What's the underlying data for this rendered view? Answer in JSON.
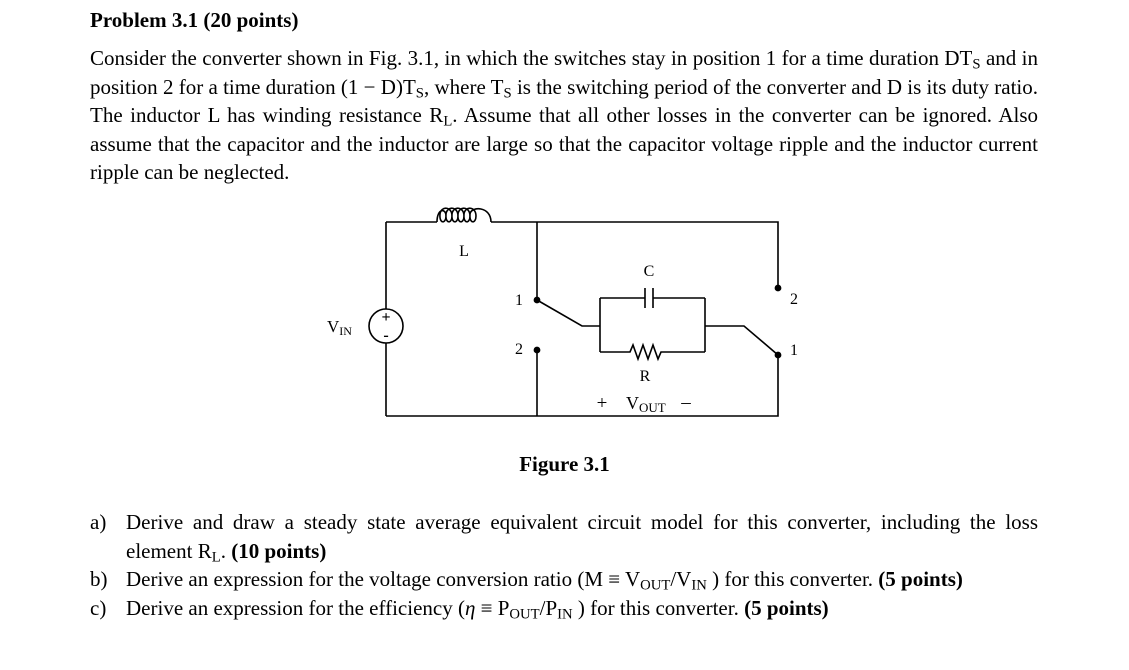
{
  "problem": {
    "title": "Problem 3.1 (20 points)",
    "intro": {
      "s1": "Consider the converter shown in Fig. 3.1, in which the switches stay in position 1 for a time duration DT",
      "s1_sub": "S",
      "s2": " and in position 2 for a time duration (1 − D)T",
      "s2_sub": "S",
      "s3": ", where T",
      "s3_sub": "S",
      "s4": " is the switching period of the converter and D is its duty ratio. The inductor L has winding resistance R",
      "s4_sub": "L",
      "s5": ". Assume that all other losses in the converter can be ignored. Also assume that the capacitor and the inductor are large so that the capacitor voltage ripple and the inductor current ripple can be neglected."
    }
  },
  "figure": {
    "caption": "Figure 3.1",
    "labels": {
      "vin": "V",
      "vin_sub": "IN",
      "source_plus": "+",
      "source_minus": "-",
      "inductor": "L",
      "capacitor": "C",
      "resistor": "R",
      "vout_plus": "+",
      "vout": "V",
      "vout_sub": "OUT",
      "vout_minus": "–",
      "sw_left_1": "1",
      "sw_left_2": "2",
      "sw_right_2": "2",
      "sw_right_1": "1"
    }
  },
  "questions": [
    {
      "letter": "a)",
      "t1": "Derive and draw a steady state average equivalent circuit model for this converter, including the loss element R",
      "t1_sub": "L",
      "t2": ". ",
      "points": "(10 points)"
    },
    {
      "letter": "b)",
      "t1": "Derive an expression for the voltage conversion ratio (M ≡ V",
      "t1_sub": "OUT",
      "t2": "/V",
      "t2_sub": "IN",
      "t3": " ) for this converter. ",
      "points": "(5 points)"
    },
    {
      "letter": "c)",
      "t1": "Derive an expression for the efficiency (",
      "eta": "η",
      "t2": " ≡ P",
      "t2_sub": "OUT",
      "t3": "/P",
      "t3_sub": "IN",
      "t4": " ) for this converter. ",
      "points": "(5 points)"
    }
  ]
}
